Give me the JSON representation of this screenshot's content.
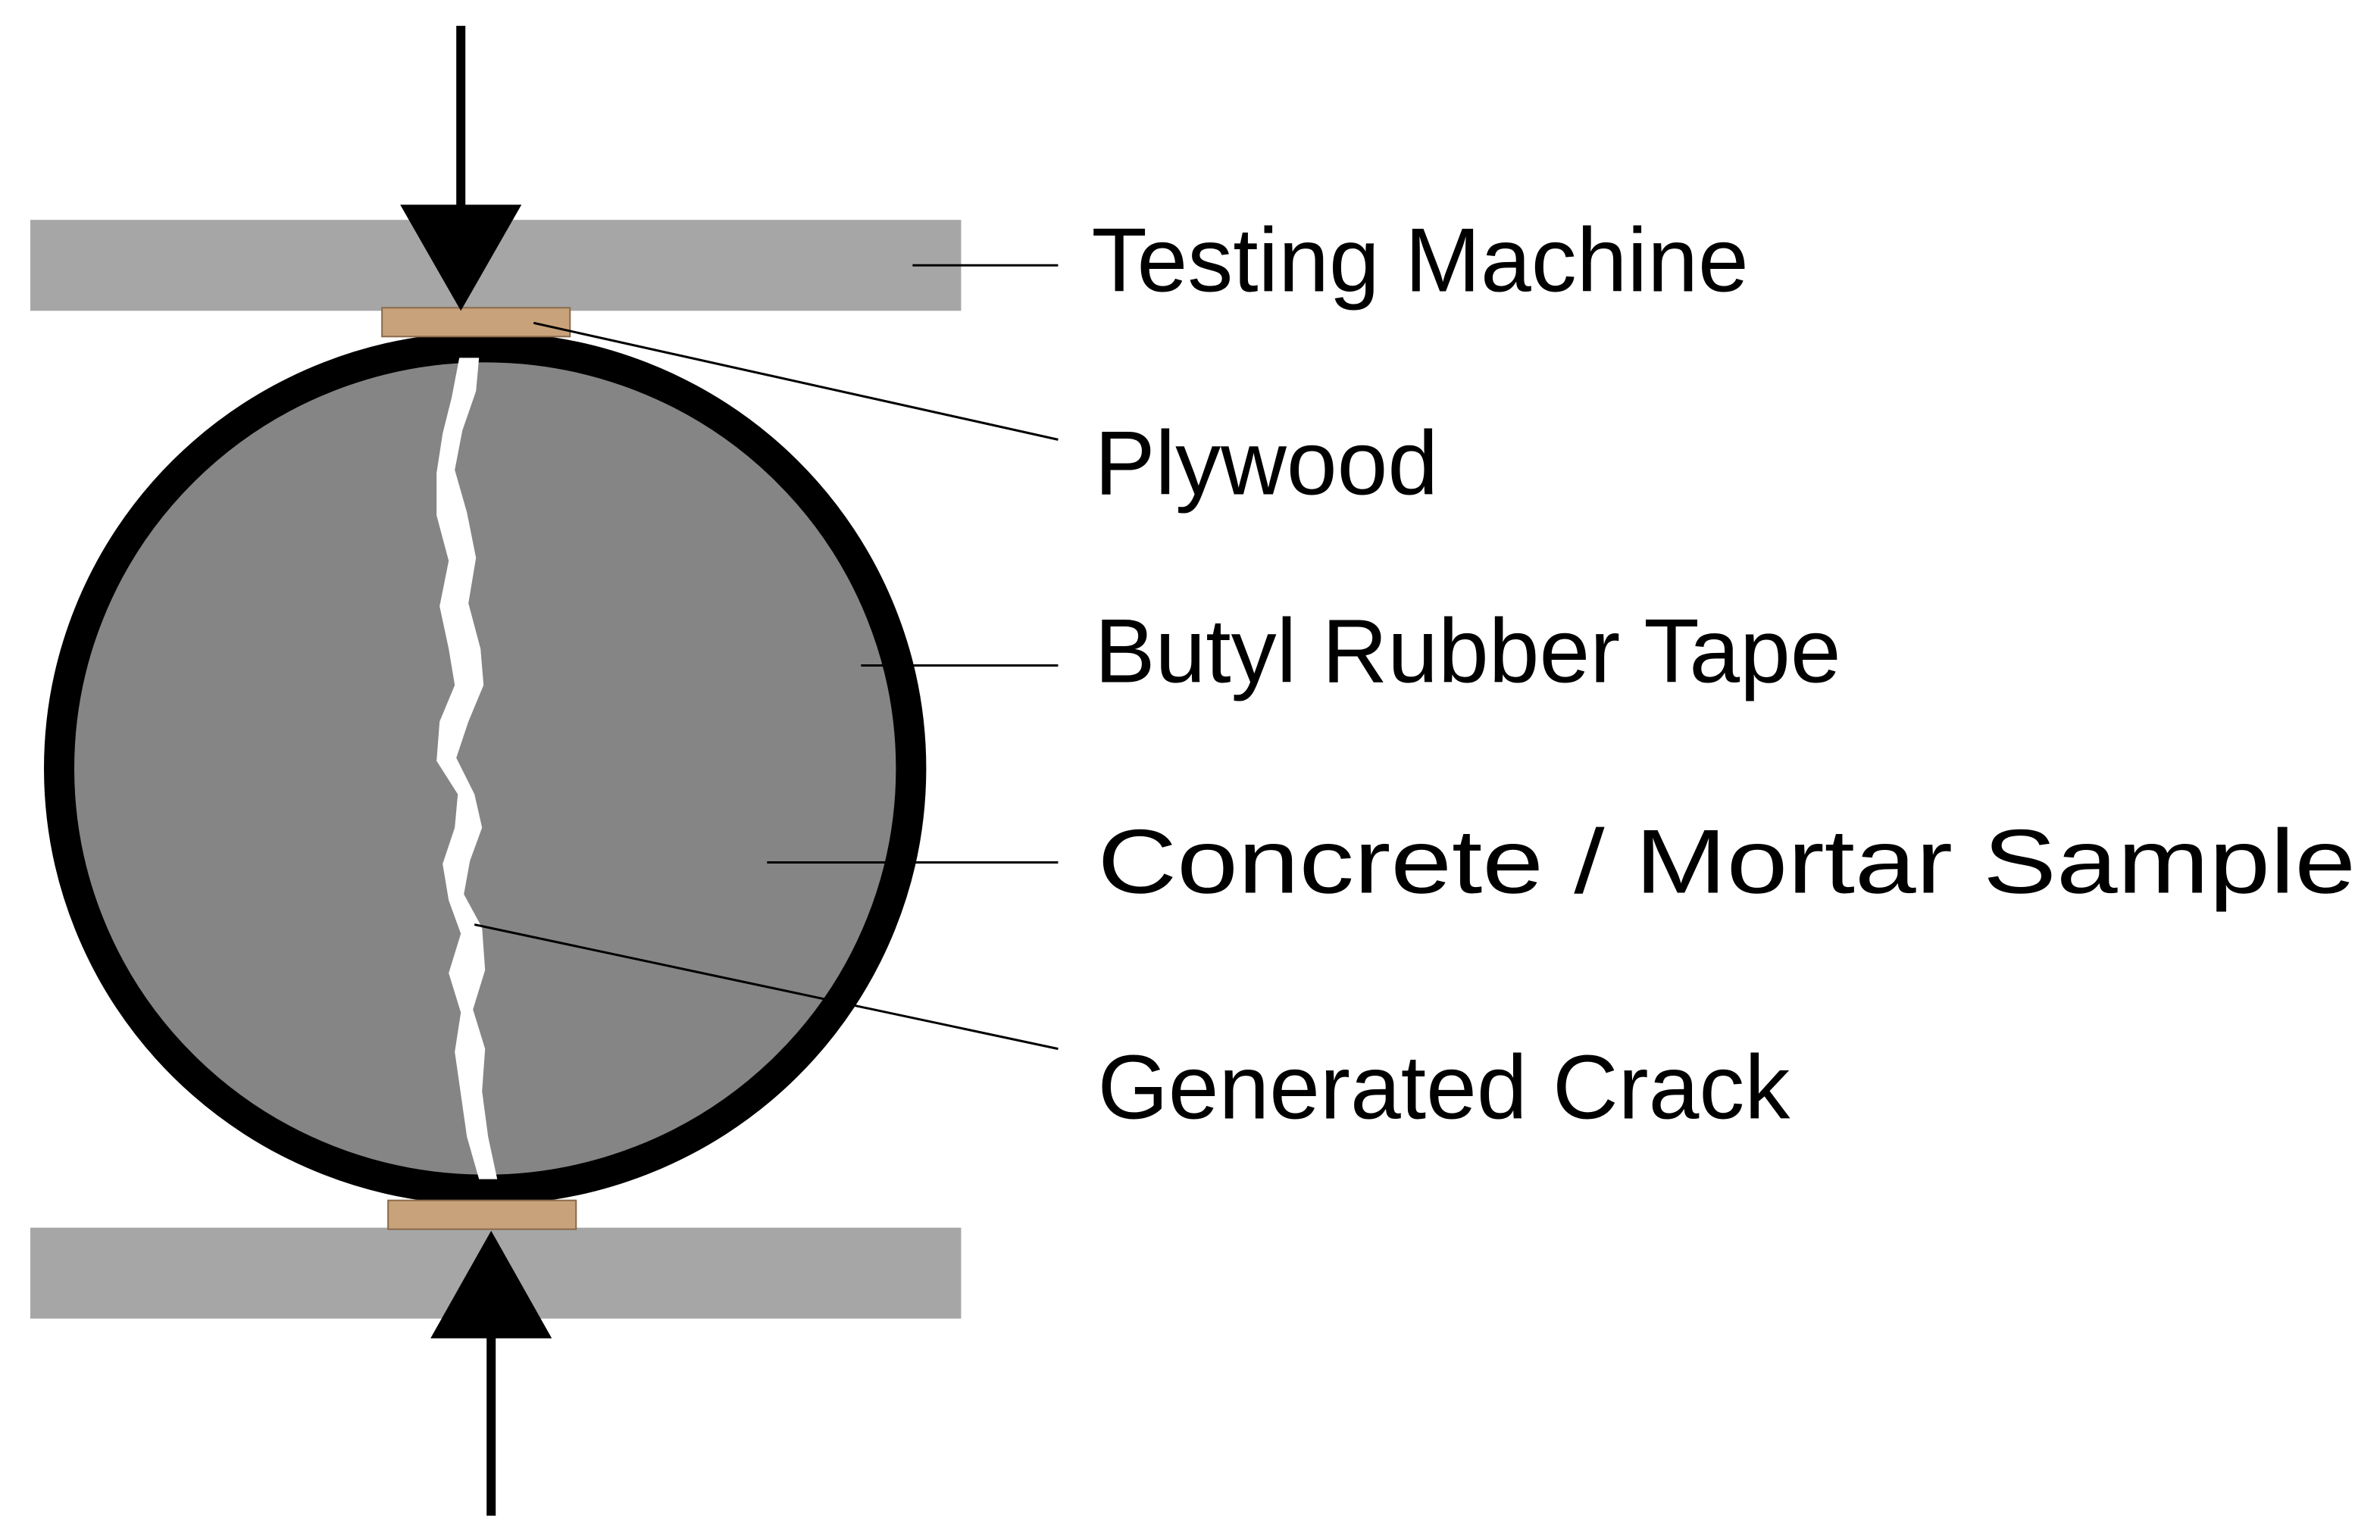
{
  "labels": {
    "testing_machine": "Testing Machine",
    "plywood": "Plywood",
    "butyl_rubber_tape": "Butyl Rubber Tape",
    "sample": "Concrete / Mortar Sample",
    "crack": "Generated Crack"
  },
  "colors": {
    "platen": "#a6a6a6",
    "plywood": "#c8a27a",
    "sample": "#858585",
    "tape": "#000000",
    "crack": "#ffffff",
    "arrow": "#000000",
    "leader": "#000000",
    "text": "#000000"
  }
}
